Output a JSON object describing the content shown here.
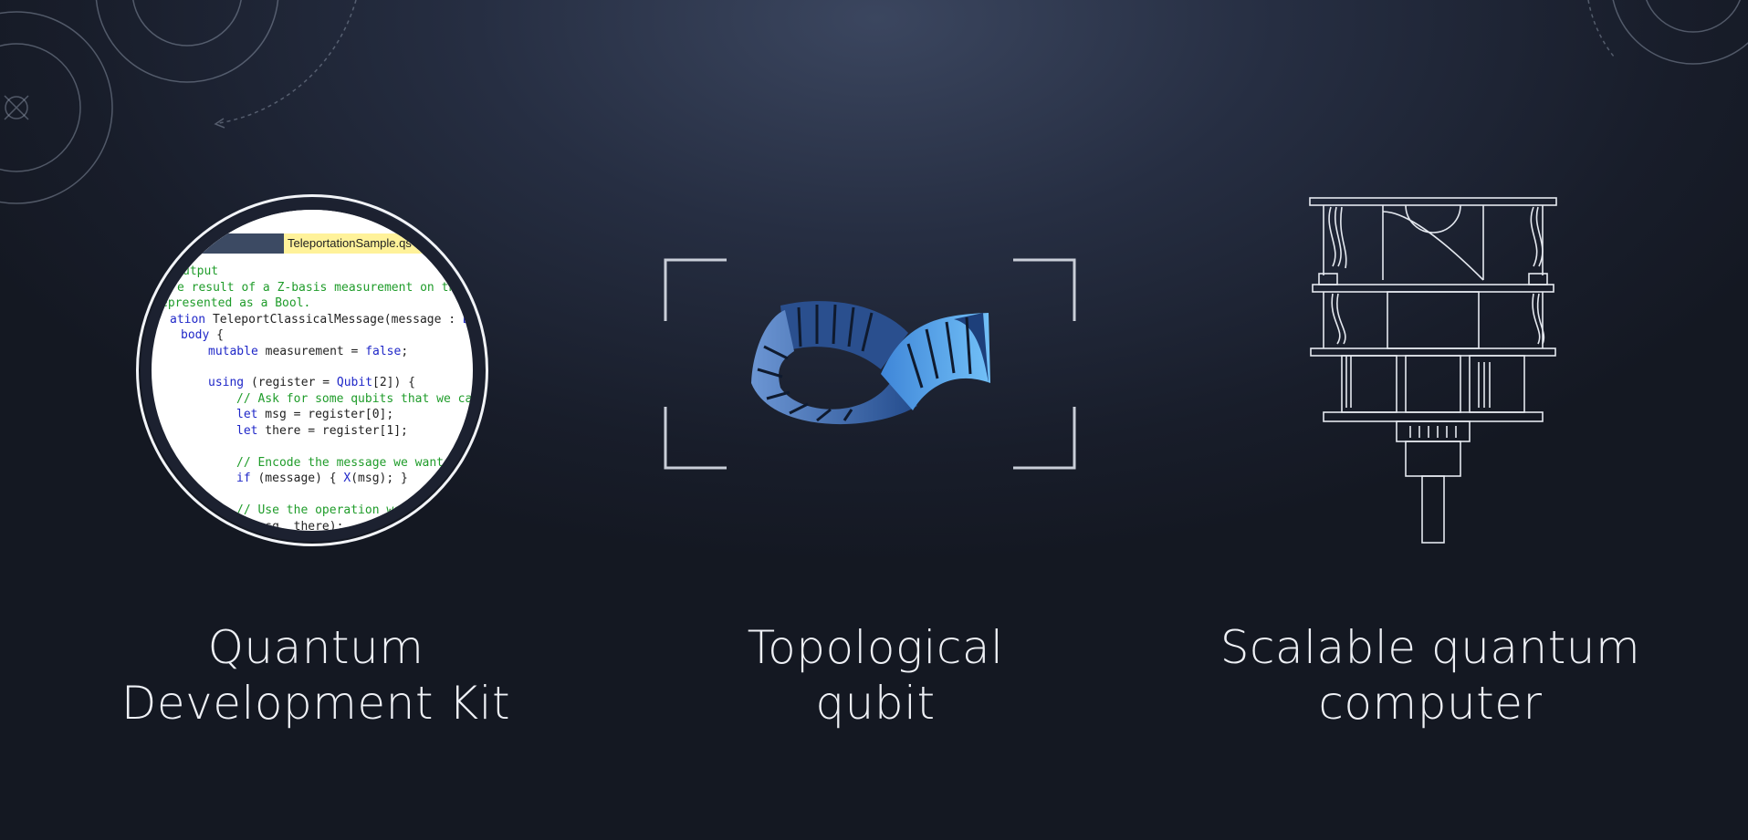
{
  "colors": {
    "background": "#1b2130",
    "keyword": "#1f27c8",
    "comment": "#1f9c2a",
    "tab": "#fff29a",
    "qubit_light": "#5aaef0",
    "qubit_dark": "#1d3f7a"
  },
  "code_panel": {
    "tab_title": "TeleportationSample.qs",
    "lines": [
      {
        "t": "utput",
        "cls": "c"
      },
      {
        "t": "e result of a Z-basis measurement on th",
        "cls": "c"
      },
      {
        "t": "epresented as a Bool.",
        "cls": "c"
      },
      {
        "k": "ation",
        "t": " TeleportClassicalMessage(message : ",
        "k2": "Bo"
      },
      {
        "k": "body",
        "t": " {"
      },
      {
        "k": "mutable",
        "t": " measurement = ",
        "k2": "false",
        "t2": ";"
      },
      {
        "k": "using",
        "t": " (register = ",
        "k2": "Qubit",
        "t2": "[2]) {"
      },
      {
        "t": "// Ask for some qubits that we can u",
        "cls": "c"
      },
      {
        "k": "let",
        "t": " msg = register[0];"
      },
      {
        "k": "let",
        "t": " there = register[1];"
      },
      {
        "t": "// Encode the message we want to",
        "cls": "c"
      },
      {
        "k": "if",
        "t": " (message) { ",
        "k2": "X",
        "t2": "(msg); }"
      },
      {
        "t": "// Use the operation we de",
        "cls": "c"
      },
      {
        "t": "rt(msg, there);"
      }
    ]
  },
  "features": [
    {
      "line1": "Quantum",
      "line2": "Development Kit",
      "icon": "code-magnifier-icon"
    },
    {
      "line1": "Topological",
      "line2": "qubit",
      "icon": "mobius-strip-icon"
    },
    {
      "line1": "Scalable quantum",
      "line2": "computer",
      "icon": "quantum-computer-icon"
    }
  ]
}
